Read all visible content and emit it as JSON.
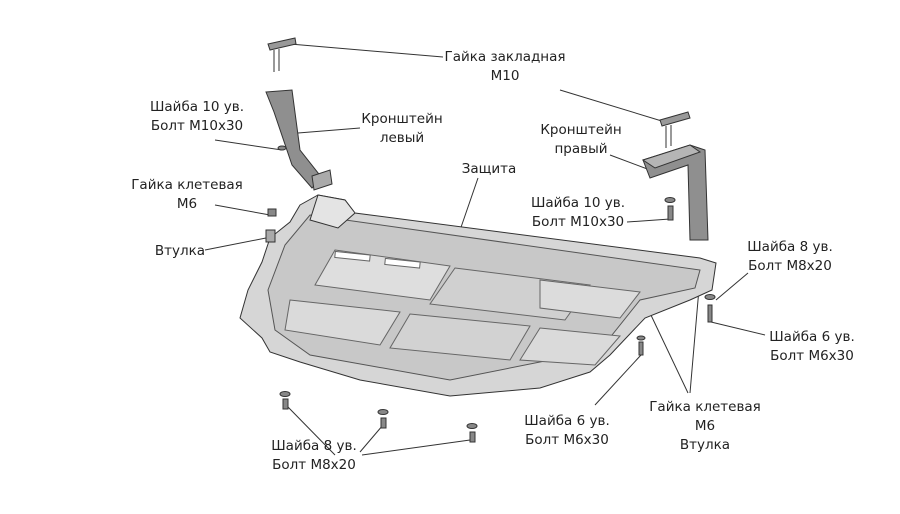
{
  "labels": {
    "embedded_nut": {
      "line1": "Гайка закладная",
      "line2": "М10"
    },
    "left_washer_bolt": {
      "line1": "Шайба 10 ув.",
      "line2": "Болт М10х30"
    },
    "left_bracket": {
      "line1": "Кронштейн",
      "line2": "левый"
    },
    "right_bracket": {
      "line1": "Кронштейн",
      "line2": "правый"
    },
    "shield": {
      "line1": "Защита"
    },
    "left_cage_nut": {
      "line1": "Гайка клетевая",
      "line2": "М6"
    },
    "right_washer_bolt": {
      "line1": "Шайба 10 ув.",
      "line2": "Болт М10х30"
    },
    "left_bushing": {
      "line1": "Втулка"
    },
    "right_washer8_bolt": {
      "line1": "Шайба 8 ув.",
      "line2": "Болт М8х20"
    },
    "right_washer6_bolt": {
      "line1": "Шайба 6 ув.",
      "line2": "Болт М6х30"
    },
    "bottom_cage_nut_bushing": {
      "line1": "Гайка клетевая",
      "line2": "М6",
      "line3": "Втулка"
    },
    "bottom_washer6_bolt": {
      "line1": "Шайба 6 ув.",
      "line2": "Болт М6х30"
    },
    "bottom_washer8_bolt": {
      "line1": "Шайба 8 ув.",
      "line2": "Болт М8х20"
    }
  }
}
